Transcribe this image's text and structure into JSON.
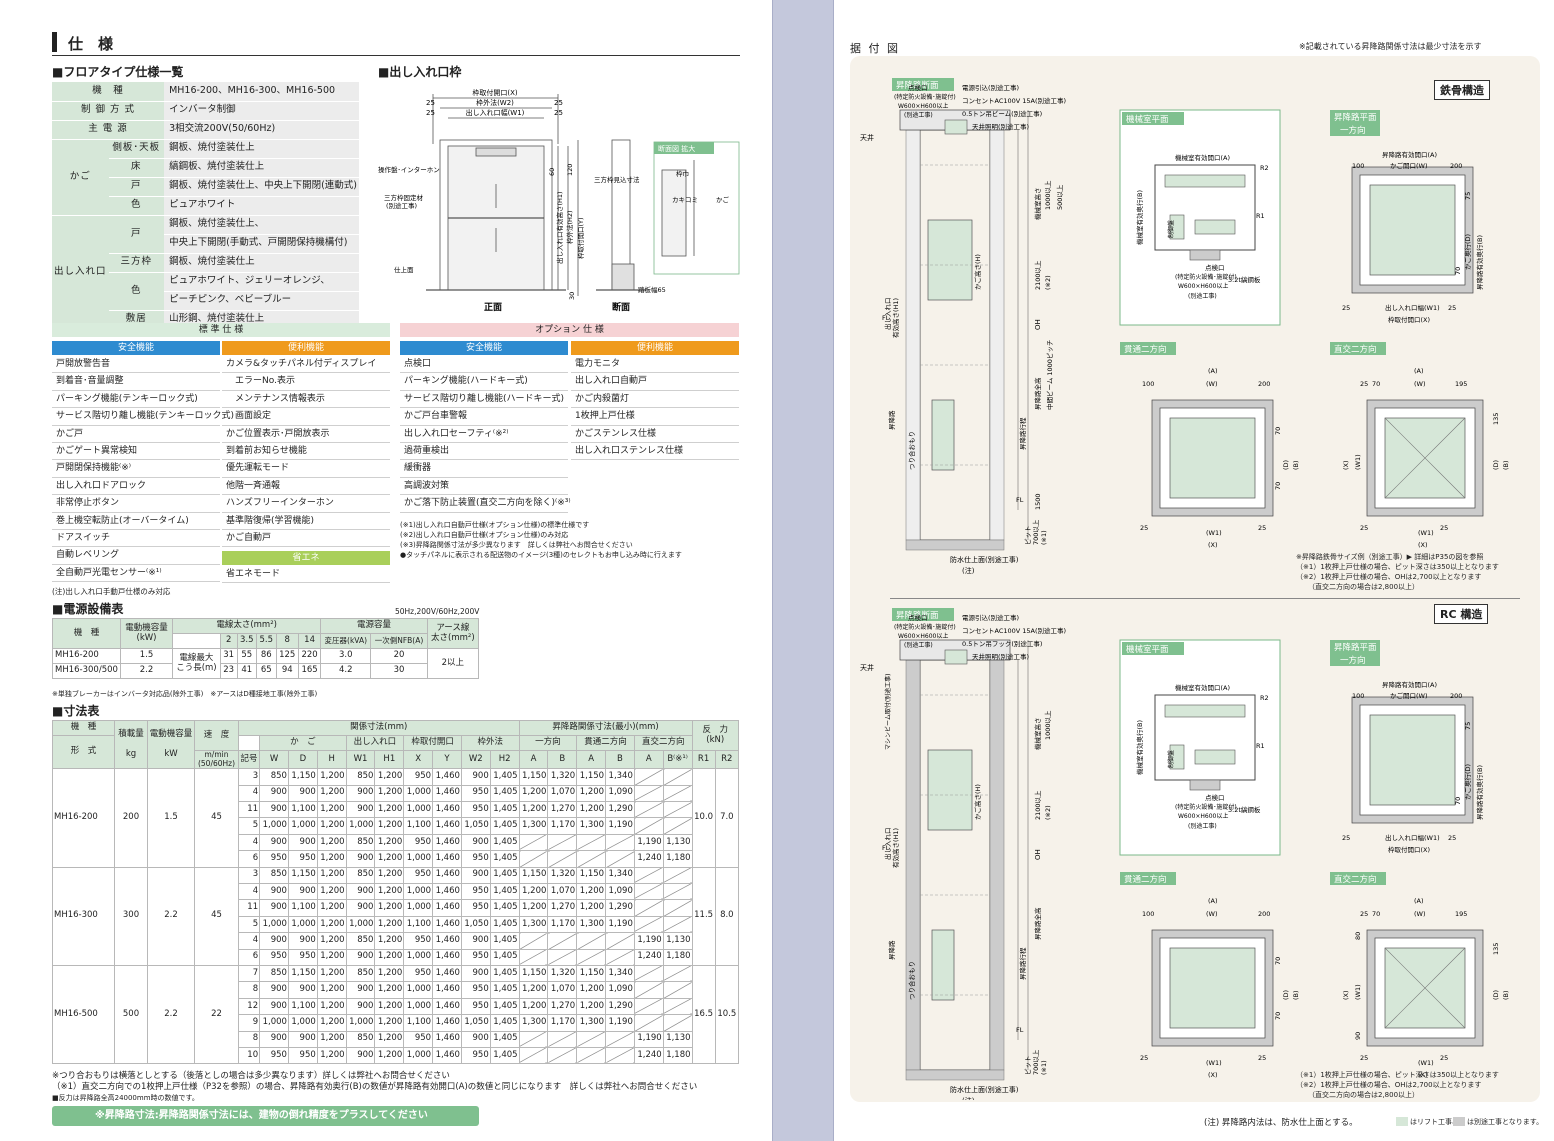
{
  "left": {
    "section_title": "仕　様",
    "floor_title": "■フロアタイプ仕様一覧",
    "spec_rows": [
      {
        "k1": "機　種",
        "k2": "",
        "v": "MH16-200、MH16-300、MH16-500"
      },
      {
        "k1": "制 御 方 式",
        "k2": "",
        "v": "インバータ制御"
      },
      {
        "k1": "主 電 源",
        "k2": "",
        "v": "3相交流200V(50/60Hz)"
      },
      {
        "k1": "かご",
        "k2": "側板･天板",
        "v": "鋼板、焼付塗装仕上"
      },
      {
        "k1": "",
        "k2": "床",
        "v": "縞鋼板、焼付塗装仕上"
      },
      {
        "k1": "",
        "k2": "戸",
        "v": "鋼板、焼付塗装仕上、中央上下開閉(連動式)"
      },
      {
        "k1": "",
        "k2": "色",
        "v": "ピュアホワイト"
      },
      {
        "k1": "出し入れ口",
        "k2": "戸",
        "v": "鋼板、焼付塗装仕上、"
      },
      {
        "k1": "",
        "k2": "",
        "v": "中央上下開閉(手動式、戸開閉保持機構付)"
      },
      {
        "k1": "",
        "k2": "三方枠",
        "v": "鋼板、焼付塗装仕上"
      },
      {
        "k1": "",
        "k2": "色",
        "v": "ピュアホワイト、ジェリーオレンジ、"
      },
      {
        "k1": "",
        "k2": "",
        "v": "ピーチピンク、ベビーブルー"
      },
      {
        "k1": "",
        "k2": "敷居",
        "v": "山形鋼、焼付塗装仕上"
      }
    ],
    "frame_title": "■出し入れ口枠",
    "frame": {
      "top1": "枠取付開口(X)",
      "top2": "枠外法(W2)",
      "top3": "出し入れ口幅(W1)",
      "n25": "25",
      "l1": "操作盤･インターホン",
      "l2": "三方枠固定材",
      "l2b": "(別途工事)",
      "l3": "仕上面",
      "v1": "出し入れ口有効高さ(H1)",
      "v2": "枠外法(H2)",
      "v3": "枠取付開口(Y)",
      "n60": "60",
      "n120": "120",
      "n30": "30",
      "sec_title": "断面図 拡大",
      "s1": "枠巾",
      "s2": "カキコミ",
      "s3": "かご",
      "s4": "三方枠見込寸法",
      "s5": "踏板幅65",
      "front": "正面",
      "side": "断面"
    },
    "std_title": "標 準 仕 様",
    "opt_title": "オプション 仕 様",
    "safety": "安全機能",
    "convenience": "便利機能",
    "eco": "省エネ",
    "std_safety": [
      "戸開放警告音",
      "到着音･音量調整",
      "パーキング機能(テンキーロック式)",
      "サービス階切り離し機能(テンキーロック式)",
      "かご戸",
      "かごゲート異常検知",
      "戸開閉保持機能⁽※⁾",
      "出し入れ口ドアロック",
      "非常停止ボタン",
      "巻上機空転防止(オーバータイム)",
      "ドアスイッチ",
      "自動レベリング",
      "全自動戸光電センサー⁽※¹⁾"
    ],
    "std_conv": [
      "カメラ&タッチパネル付ディスプレイ",
      "　エラーNo.表示",
      "　メンテナンス情報表示",
      "　画面設定",
      "かご位置表示･戸開放表示",
      "到着前お知らせ機能",
      "優先運転モード",
      "他階一斉通報",
      "ハンズフリーインターホン",
      "基準階復帰(学習機能)",
      "かご自動戸"
    ],
    "std_eco": [
      "省エネモード"
    ],
    "opt_safety": [
      "点検口",
      "パーキング機能(ハードキー式)",
      "サービス階切り離し機能(ハードキー式)",
      "かご戸台車警報",
      "出し入れ口セーフティ⁽※²⁾",
      "過荷重検出",
      "緩衝器",
      "高調波対策",
      "かご落下防止装置(直交二方向を除く)⁽※³⁾"
    ],
    "opt_conv": [
      "電力モニタ",
      "出し入れ口自動戸",
      "かご内殺菌灯",
      "1枚押上戸仕様",
      "かごステンレス仕様",
      "出し入れ口ステンレス仕様"
    ],
    "opt_notes": [
      "(※1)出し入れ口自動戸仕様(オプション仕様)の標準仕様です",
      "(※2)出し入れ口自動戸仕様(オプション仕様)のみ対応",
      "(※3)昇降路関係寸法が多少異なります　詳しくは弊社へお問合せください",
      "●タッチパネルに表示される配送物のイメージ(3種)のセレクトもお申し込み時に行えます"
    ],
    "std_note": "(注)出し入れ口手動戸仕様のみ対応",
    "power_title": "■電源設備表",
    "power_freq": "50Hz,200V/60Hz,200V",
    "power_head": {
      "model": "機　種",
      "motor": "電動機容量",
      "motor_u": "(kW)",
      "wire": "電線太さ(mm²)",
      "cap": "電源容量",
      "earth": "アース線",
      "earth_u": "太さ(mm²)",
      "kva": "変圧器(kVA)",
      "nfb": "一次側NFB(A)",
      "maxlen": "電線最大",
      "maxlen2": "こう長(m)"
    },
    "power_sizes": [
      "2",
      "3.5",
      "5.5",
      "8",
      "14"
    ],
    "power_rows": [
      {
        "m": "MH16-200",
        "kw": "1.5",
        "len": [
          "31",
          "55",
          "86",
          "125",
          "220"
        ],
        "kva": "3.0",
        "nfb": "20"
      },
      {
        "m": "MH16-300/500",
        "kw": "2.2",
        "len": [
          "23",
          "41",
          "65",
          "94",
          "165"
        ],
        "kva": "4.2",
        "nfb": "30"
      }
    ],
    "power_earth": "2以上",
    "power_note": "※単独ブレーカーはインバータ対応品(除外工事)　※アースはD種接地工事(除外工事)",
    "dim_title": "■寸法表",
    "dim_head": {
      "model": "機　種",
      "type": "形　式",
      "load": "積載量",
      "load_u": "kg",
      "motor": "電動機容量",
      "motor_u": "kW",
      "speed": "速　度",
      "speed_u": "m/min",
      "speed_u2": "(50/60Hz)",
      "rel": "関係寸法(mm)",
      "shaft": "昇降路関係寸法(最小)(mm)",
      "react": "反　力",
      "react_u": "(kN)",
      "car": "か　ご",
      "entr": "出し入れ口",
      "frameopen": "枠取付開口",
      "frameout": "枠外法",
      "one": "一方向",
      "thru": "貫通二方向",
      "cross": "直交二方向",
      "stop": "記号",
      "cols": [
        "W",
        "D",
        "H",
        "W1",
        "H1",
        "X",
        "Y",
        "W2",
        "H2",
        "A",
        "B",
        "A",
        "B",
        "A",
        "B⁽※¹⁾",
        "R1",
        "R2"
      ]
    },
    "dim_groups": [
      {
        "m": "MH16-200",
        "kg": "200",
        "kw": "1.5",
        "v": "45",
        "r1": "10.0",
        "r2": "7.0",
        "rows": [
          [
            "3",
            "850",
            "1,150",
            "1,200",
            "850",
            "1,200",
            "950",
            "1,460",
            "900",
            "1,405",
            "1,150",
            "1,320",
            "1,150",
            "1,340",
            "",
            ""
          ],
          [
            "4",
            "900",
            "900",
            "1,200",
            "900",
            "1,200",
            "1,000",
            "1,460",
            "950",
            "1,405",
            "1,200",
            "1,070",
            "1,200",
            "1,090",
            "",
            ""
          ],
          [
            "11",
            "900",
            "1,100",
            "1,200",
            "900",
            "1,200",
            "1,000",
            "1,460",
            "950",
            "1,405",
            "1,200",
            "1,270",
            "1,200",
            "1,290",
            "",
            ""
          ],
          [
            "5",
            "1,000",
            "1,000",
            "1,200",
            "1,000",
            "1,200",
            "1,100",
            "1,460",
            "1,050",
            "1,405",
            "1,300",
            "1,170",
            "1,300",
            "1,190",
            "",
            ""
          ],
          [
            "4",
            "900",
            "900",
            "1,200",
            "850",
            "1,200",
            "950",
            "1,460",
            "900",
            "1,405",
            "",
            "",
            "",
            "",
            "1,190",
            "1,130"
          ],
          [
            "6",
            "950",
            "950",
            "1,200",
            "900",
            "1,200",
            "1,000",
            "1,460",
            "950",
            "1,405",
            "",
            "",
            "",
            "",
            "1,240",
            "1,180"
          ]
        ]
      },
      {
        "m": "MH16-300",
        "kg": "300",
        "kw": "2.2",
        "v": "45",
        "r1": "11.5",
        "r2": "8.0",
        "rows": [
          [
            "3",
            "850",
            "1,150",
            "1,200",
            "850",
            "1,200",
            "950",
            "1,460",
            "900",
            "1,405",
            "1,150",
            "1,320",
            "1,150",
            "1,340",
            "",
            ""
          ],
          [
            "4",
            "900",
            "900",
            "1,200",
            "900",
            "1,200",
            "1,000",
            "1,460",
            "950",
            "1,405",
            "1,200",
            "1,070",
            "1,200",
            "1,090",
            "",
            ""
          ],
          [
            "11",
            "900",
            "1,100",
            "1,200",
            "900",
            "1,200",
            "1,000",
            "1,460",
            "950",
            "1,405",
            "1,200",
            "1,270",
            "1,200",
            "1,290",
            "",
            ""
          ],
          [
            "5",
            "1,000",
            "1,000",
            "1,200",
            "1,000",
            "1,200",
            "1,100",
            "1,460",
            "1,050",
            "1,405",
            "1,300",
            "1,170",
            "1,300",
            "1,190",
            "",
            ""
          ],
          [
            "4",
            "900",
            "900",
            "1,200",
            "850",
            "1,200",
            "950",
            "1,460",
            "900",
            "1,405",
            "",
            "",
            "",
            "",
            "1,190",
            "1,130"
          ],
          [
            "6",
            "950",
            "950",
            "1,200",
            "900",
            "1,200",
            "1,000",
            "1,460",
            "950",
            "1,405",
            "",
            "",
            "",
            "",
            "1,240",
            "1,180"
          ]
        ]
      },
      {
        "m": "MH16-500",
        "kg": "500",
        "kw": "2.2",
        "v": "22",
        "r1": "16.5",
        "r2": "10.5",
        "rows": [
          [
            "7",
            "850",
            "1,150",
            "1,200",
            "850",
            "1,200",
            "950",
            "1,460",
            "900",
            "1,405",
            "1,150",
            "1,320",
            "1,150",
            "1,340",
            "",
            ""
          ],
          [
            "8",
            "900",
            "900",
            "1,200",
            "900",
            "1,200",
            "1,000",
            "1,460",
            "950",
            "1,405",
            "1,200",
            "1,070",
            "1,200",
            "1,090",
            "",
            ""
          ],
          [
            "12",
            "900",
            "1,100",
            "1,200",
            "900",
            "1,200",
            "1,000",
            "1,460",
            "950",
            "1,405",
            "1,200",
            "1,270",
            "1,200",
            "1,290",
            "",
            ""
          ],
          [
            "9",
            "1,000",
            "1,000",
            "1,200",
            "1,000",
            "1,200",
            "1,100",
            "1,460",
            "1,050",
            "1,405",
            "1,300",
            "1,170",
            "1,300",
            "1,190",
            "",
            ""
          ],
          [
            "8",
            "900",
            "900",
            "1,200",
            "850",
            "1,200",
            "950",
            "1,460",
            "900",
            "1,405",
            "",
            "",
            "",
            "",
            "1,190",
            "1,130"
          ],
          [
            "10",
            "950",
            "950",
            "1,200",
            "900",
            "1,200",
            "1,000",
            "1,460",
            "950",
            "1,405",
            "",
            "",
            "",
            "",
            "1,240",
            "1,180"
          ]
        ]
      }
    ],
    "dim_notes": [
      "※つり合おもりは横落としとする（後落としの場合は多少異なります）詳しくは弊社へお問合せください",
      "（※1）直交二方向での1枚押上戸仕様（P32を参照）の場合、昇降路有効奥行(B)の数値が昇降路有効開口(A)の数値と同じになります　詳しくは弊社へお問合せください",
      "■反力は昇降路全高24000mm時の数値です。"
    ],
    "bottom_banner": "※昇降路寸法:昇降路関係寸法には、建物の倒れ精度をプラスしてください"
  },
  "right": {
    "title": "据 付 図",
    "note_top": "※記載されている昇降路関係寸法は最少寸法を示す",
    "steel": "鉄骨構造",
    "rc": "RC 構造",
    "shaft_sec": "昇降路断面",
    "machine_plan": "機械室平面",
    "one_dir": "昇降路平面",
    "one_dir2": "一方向",
    "thru": "貫通二方向",
    "cross": "直交二方向",
    "labels": {
      "power": "電源引込(別途工事)",
      "outlet": "コンセントAC100V 15A(別途工事)",
      "beam": "0.5トン吊ビーム(別途工事)",
      "hook": "0.5トン吊フック(別途工事)",
      "light": "天井照明(別途工事)",
      "insp": "点検口",
      "insp2": "(特定防火設備･施錠付)",
      "insp3": "W600×H600以上",
      "insp4": "(別途工事)",
      "ceiling": "天井",
      "waterproof": "防水仕上面(別途工事)",
      "note": "(注)",
      "mroom_h": "機械室高さ",
      "n1000": "1000以上",
      "n500": "500以上",
      "n2100": "2100以上",
      "note2": "(※2)",
      "oh": "OH",
      "midbeam": "中間ビーム 1000ピッチ",
      "total": "昇降路全高",
      "travel": "昇降路行程",
      "n1500": "1500",
      "pit": "ピット",
      "pit2": "700以上",
      "note1": "(※1)",
      "cw": "つり合おもり",
      "fl": "FL",
      "entr_h": "出し入れ口",
      "entr_h2": "有効高さ(H1)",
      "car_h": "かご高さ(H)",
      "mroom_w": "機械室有効開口(A)",
      "mroom_d": "機械室有効奥行(B)",
      "panel": "制御盤",
      "mach": "巻上機",
      "plate": "3.2t縞鋼板",
      "R1": "R1",
      "R2": "R2",
      "shaft_w": "昇降路有効開口(A)",
      "car_w": "かご開口(W)",
      "n200": "200",
      "n100": "100",
      "n75": "75",
      "n25": "25",
      "n70": "70",
      "n195": "195",
      "n135": "135",
      "n90": "90",
      "n80": "80",
      "entr_w": "出し入れ口幅(W1)",
      "frame_x": "枠取付開口(X)",
      "shaft_d": "昇降路有効奥行(B)",
      "car_d": "かご奥行(D)",
      "A": "(A)",
      "W": "(W)",
      "W1": "(W1)",
      "X": "(X)",
      "D": "(D)",
      "B": "(B)",
      "shaftwall": "昇降路",
      "madonna": "マシンビーム取付(別途工事)"
    },
    "steel_notes": [
      "※昇降路鉄骨サイズ例（別途工事）▶ 詳細はP35の図を参照",
      "（※1）1枚押上戸仕様の場合、ピット深さは350以上となります",
      "（※2）1枚押上戸仕様の場合、OHは2,700以上となります",
      "（直交二方向の場合は2,800以上）"
    ],
    "rc_notes": [
      "（※1）1枚押上戸仕様の場合、ピット深さは350以上となります",
      "（※2）1枚押上戸仕様の場合、OHは2,700以上となります",
      "（直交二方向の場合は2,800以上）"
    ],
    "foot": "(注) 昇降路内法は、防水仕上面とする。",
    "legend1": "はリフト工事、",
    "legend2": "は別途工事となります。"
  }
}
